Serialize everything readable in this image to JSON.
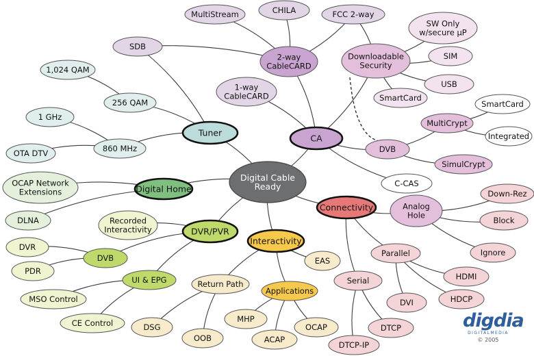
{
  "colors": {
    "center": "#6c6e70",
    "ca": "#c9a4d0",
    "ca_light": "#e2d6e6",
    "security": "#e3bfdc",
    "security_light": "#f2e3ee",
    "tuner": "#bcdbdb",
    "tuner_light": "#e0efee",
    "digital_home": "#7fbf7f",
    "digital_home_light": "#e5f0dc",
    "dvr": "#bfd96a",
    "dvr_light": "#f0f4d0",
    "interactivity": "#f6c84c",
    "interactivity_light": "#f7ebcc",
    "connectivity": "#e77878",
    "connectivity_light": "#f5d4d7"
  },
  "nodes": [
    {
      "id": "center",
      "label": [
        "Digital Cable",
        "Ready"
      ],
      "style": "center",
      "color": "center"
    },
    {
      "id": "multistream",
      "label": [
        "MultiStream"
      ],
      "color": "ca_light"
    },
    {
      "id": "chila",
      "label": [
        "CHILA"
      ],
      "color": "ca_light"
    },
    {
      "id": "fcc",
      "label": [
        "FCC 2-way"
      ],
      "color": "ca_light"
    },
    {
      "id": "sw",
      "label": [
        "SW Only",
        "w/secure µP"
      ],
      "color": "security_light"
    },
    {
      "id": "sdb",
      "label": [
        "SDB"
      ],
      "color": "ca_light"
    },
    {
      "id": "twoway",
      "label": [
        "2-way",
        "CableCARD"
      ],
      "color": "ca"
    },
    {
      "id": "dlsec",
      "label": [
        "Downloadable",
        "Security"
      ],
      "color": "security"
    },
    {
      "id": "sim",
      "label": [
        "SIM"
      ],
      "color": "security_light"
    },
    {
      "id": "usb",
      "label": [
        "USB"
      ],
      "color": "security_light"
    },
    {
      "id": "smartcard1",
      "label": [
        "SmartCard"
      ],
      "color": "security_light"
    },
    {
      "id": "oneway",
      "label": [
        "1-way",
        "CableCARD"
      ],
      "color": "ca_light"
    },
    {
      "id": "ca",
      "label": [
        "CA"
      ],
      "style": "major",
      "color": "ca"
    },
    {
      "id": "dvb_ca",
      "label": [
        "DVB"
      ],
      "color": "security"
    },
    {
      "id": "multicrypt",
      "label": [
        "MultiCrypt"
      ],
      "color": "security"
    },
    {
      "id": "smartcard2",
      "label": [
        "SmartCard"
      ],
      "color": "white"
    },
    {
      "id": "integrated",
      "label": [
        "Integrated"
      ],
      "color": "white"
    },
    {
      "id": "simulcrypt",
      "label": [
        "SimulCrypt"
      ],
      "color": "security"
    },
    {
      "id": "ccas",
      "label": [
        "C-CAS"
      ],
      "color": "white"
    },
    {
      "id": "qam1024",
      "label": [
        "1,024 QAM"
      ],
      "color": "tuner_light"
    },
    {
      "id": "qam256",
      "label": [
        "256 QAM"
      ],
      "color": "tuner_light"
    },
    {
      "id": "ghz1",
      "label": [
        "1 GHz"
      ],
      "color": "tuner_light"
    },
    {
      "id": "tuner",
      "label": [
        "Tuner"
      ],
      "style": "major",
      "color": "tuner"
    },
    {
      "id": "mhz860",
      "label": [
        "860 MHz"
      ],
      "color": "tuner_light"
    },
    {
      "id": "otadtv",
      "label": [
        "OTA DTV"
      ],
      "color": "tuner_light"
    },
    {
      "id": "ocapnet",
      "label": [
        "OCAP Network",
        "Extensions"
      ],
      "color": "digital_home_light"
    },
    {
      "id": "dighome",
      "label": [
        "Digital Home"
      ],
      "style": "major",
      "color": "digital_home"
    },
    {
      "id": "dlna",
      "label": [
        "DLNA"
      ],
      "color": "digital_home_light"
    },
    {
      "id": "recint",
      "label": [
        "Recorded",
        "Interactivity"
      ],
      "color": "dvr_light"
    },
    {
      "id": "dvrpvr",
      "label": [
        "DVR/PVR"
      ],
      "style": "major",
      "color": "dvr"
    },
    {
      "id": "dvr",
      "label": [
        "DVR"
      ],
      "color": "dvr_light"
    },
    {
      "id": "dvb_dvr",
      "label": [
        "DVB"
      ],
      "color": "dvr"
    },
    {
      "id": "pdr",
      "label": [
        "PDR"
      ],
      "color": "dvr_light"
    },
    {
      "id": "uiepg",
      "label": [
        "UI & EPG"
      ],
      "color": "dvr"
    },
    {
      "id": "msoctl",
      "label": [
        "MSO Control"
      ],
      "color": "dvr_light"
    },
    {
      "id": "cectl",
      "label": [
        "CE Control"
      ],
      "color": "dvr_light"
    },
    {
      "id": "interactivity",
      "label": [
        "Interactivity"
      ],
      "style": "major",
      "color": "interactivity"
    },
    {
      "id": "eas",
      "label": [
        "EAS"
      ],
      "color": "interactivity_light"
    },
    {
      "id": "returnpath",
      "label": [
        "Return Path"
      ],
      "color": "interactivity_light"
    },
    {
      "id": "applications",
      "label": [
        "Applications"
      ],
      "color": "interactivity"
    },
    {
      "id": "dsg",
      "label": [
        "DSG"
      ],
      "color": "interactivity_light"
    },
    {
      "id": "oob",
      "label": [
        "OOB"
      ],
      "color": "interactivity_light"
    },
    {
      "id": "mhp",
      "label": [
        "MHP"
      ],
      "color": "interactivity_light"
    },
    {
      "id": "acap",
      "label": [
        "ACAP"
      ],
      "color": "interactivity_light"
    },
    {
      "id": "ocap",
      "label": [
        "OCAP"
      ],
      "color": "interactivity_light"
    },
    {
      "id": "connectivity",
      "label": [
        "Connectivity"
      ],
      "style": "major",
      "color": "connectivity"
    },
    {
      "id": "analoghole",
      "label": [
        "Analog",
        "Hole"
      ],
      "color": "security"
    },
    {
      "id": "downrez",
      "label": [
        "Down-Rez"
      ],
      "color": "connectivity_light"
    },
    {
      "id": "block",
      "label": [
        "Block"
      ],
      "color": "connectivity_light"
    },
    {
      "id": "ignore",
      "label": [
        "Ignore"
      ],
      "color": "connectivity_light"
    },
    {
      "id": "parallel",
      "label": [
        "Parallel"
      ],
      "color": "connectivity_light"
    },
    {
      "id": "hdmi",
      "label": [
        "HDMI"
      ],
      "color": "connectivity_light"
    },
    {
      "id": "serial",
      "label": [
        "Serial"
      ],
      "color": "connectivity_light"
    },
    {
      "id": "dvi",
      "label": [
        "DVI"
      ],
      "color": "connectivity_light"
    },
    {
      "id": "hdcp",
      "label": [
        "HDCP"
      ],
      "color": "connectivity_light"
    },
    {
      "id": "dtcp",
      "label": [
        "DTCP"
      ],
      "color": "connectivity_light"
    },
    {
      "id": "dtcpip",
      "label": [
        "DTCP-IP"
      ],
      "color": "connectivity_light"
    }
  ],
  "edges": [
    [
      "center",
      "ca"
    ],
    [
      "center",
      "tuner"
    ],
    [
      "center",
      "dighome"
    ],
    [
      "center",
      "dvrpvr"
    ],
    [
      "center",
      "interactivity"
    ],
    [
      "center",
      "connectivity"
    ],
    [
      "ca",
      "twoway"
    ],
    [
      "ca",
      "oneway"
    ],
    [
      "ca",
      "dvb_ca"
    ],
    [
      "ca",
      "ccas"
    ],
    [
      "ca",
      "dlsec"
    ],
    [
      "twoway",
      "multistream"
    ],
    [
      "twoway",
      "chila"
    ],
    [
      "twoway",
      "fcc"
    ],
    [
      "twoway",
      "sdb"
    ],
    [
      "dlsec",
      "fcc"
    ],
    [
      "dlsec",
      "sw"
    ],
    [
      "dlsec",
      "sim"
    ],
    [
      "dlsec",
      "usb"
    ],
    [
      "dlsec",
      "smartcard1"
    ],
    [
      "dvb_ca",
      "multicrypt"
    ],
    [
      "dvb_ca",
      "simulcrypt"
    ],
    [
      "multicrypt",
      "smartcard2"
    ],
    [
      "multicrypt",
      "integrated"
    ],
    [
      "tuner",
      "sdb"
    ],
    [
      "tuner",
      "qam256"
    ],
    [
      "tuner",
      "mhz860"
    ],
    [
      "qam256",
      "qam1024"
    ],
    [
      "mhz860",
      "ghz1"
    ],
    [
      "mhz860",
      "otadtv"
    ],
    [
      "dighome",
      "ocapnet"
    ],
    [
      "dighome",
      "dlna"
    ],
    [
      "dvrpvr",
      "recint"
    ],
    [
      "dvrpvr",
      "dvb_dvr"
    ],
    [
      "dvrpvr",
      "uiepg"
    ],
    [
      "dvb_dvr",
      "dvr"
    ],
    [
      "dvb_dvr",
      "pdr"
    ],
    [
      "uiepg",
      "msoctl"
    ],
    [
      "uiepg",
      "cectl"
    ],
    [
      "interactivity",
      "eas"
    ],
    [
      "interactivity",
      "returnpath"
    ],
    [
      "interactivity",
      "applications"
    ],
    [
      "returnpath",
      "dsg"
    ],
    [
      "returnpath",
      "oob"
    ],
    [
      "applications",
      "mhp"
    ],
    [
      "applications",
      "acap"
    ],
    [
      "applications",
      "ocap"
    ],
    [
      "connectivity",
      "analoghole"
    ],
    [
      "connectivity",
      "parallel"
    ],
    [
      "connectivity",
      "serial"
    ],
    [
      "analoghole",
      "downrez"
    ],
    [
      "analoghole",
      "block"
    ],
    [
      "analoghole",
      "ignore"
    ],
    [
      "parallel",
      "hdmi"
    ],
    [
      "parallel",
      "hdcp"
    ],
    [
      "parallel",
      "dvi"
    ],
    [
      "serial",
      "dtcp"
    ],
    [
      "serial",
      "dtcpip"
    ]
  ],
  "dashed_edges": [
    [
      "dlsec",
      "dvb_ca"
    ]
  ],
  "logo": {
    "word": "digdia",
    "tagline": "DIGITALMEDIA",
    "copyright": "© 2005"
  }
}
